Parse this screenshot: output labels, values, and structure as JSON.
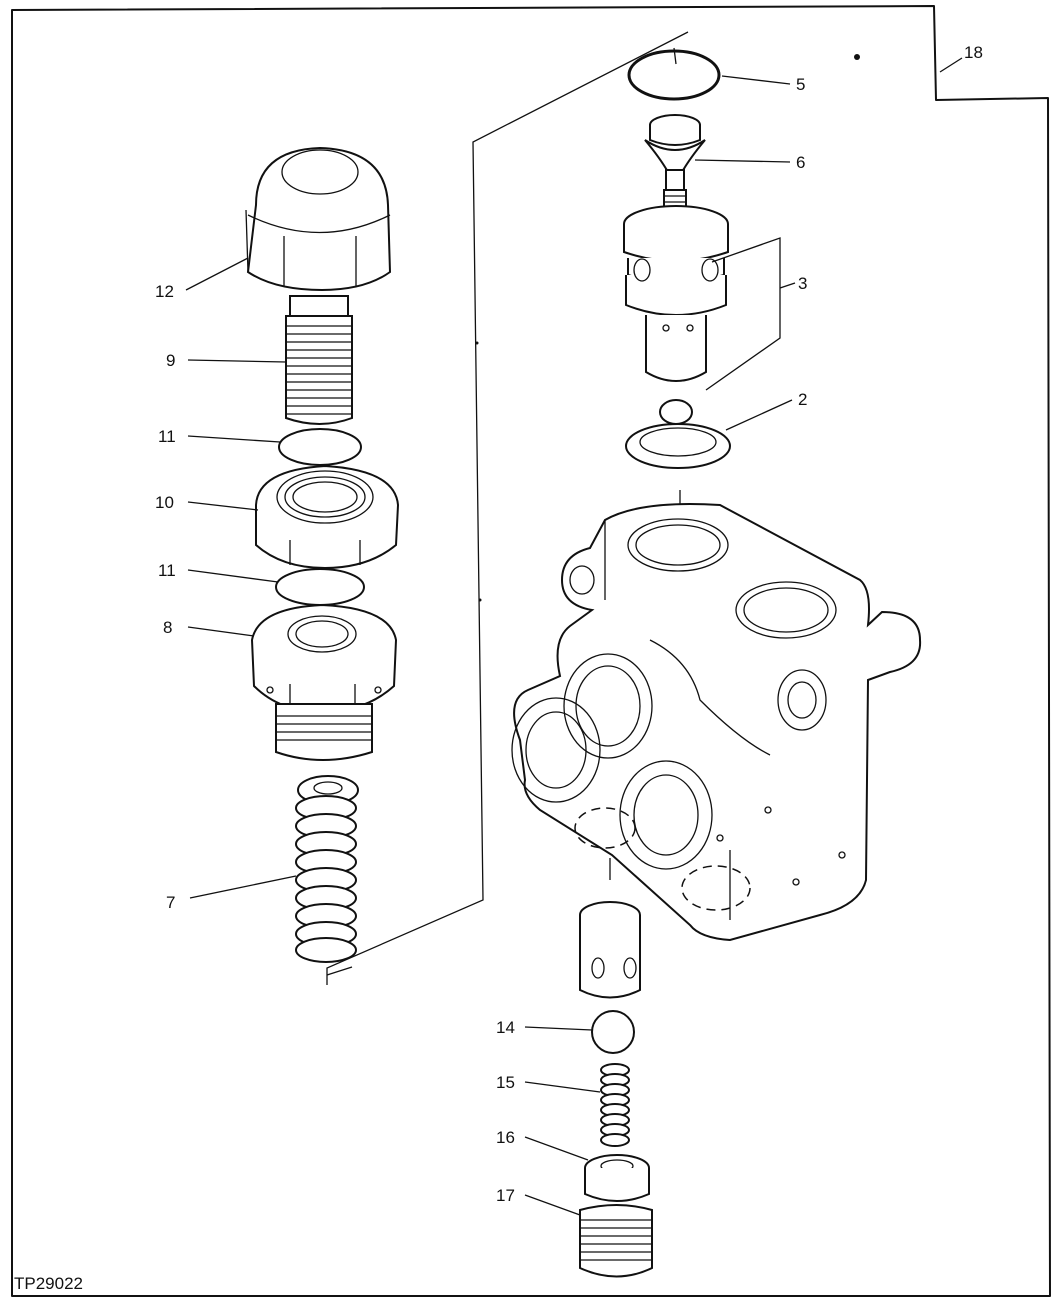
{
  "figure": {
    "id": "TP29022",
    "callouts": [
      {
        "label": "18"
      },
      {
        "label": "5"
      },
      {
        "label": "6"
      },
      {
        "label": "3"
      },
      {
        "label": "2"
      },
      {
        "label": "12"
      },
      {
        "label": "9"
      },
      {
        "label": "11"
      },
      {
        "label": "10"
      },
      {
        "label": "11"
      },
      {
        "label": "8"
      },
      {
        "label": "7"
      },
      {
        "label": "14"
      },
      {
        "label": "15"
      },
      {
        "label": "16"
      },
      {
        "label": "17"
      }
    ]
  }
}
